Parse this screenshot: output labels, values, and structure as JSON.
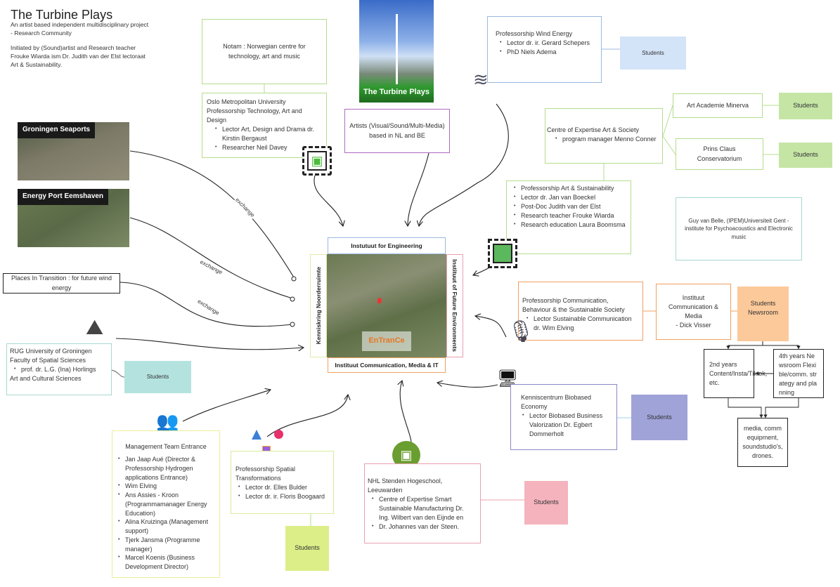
{
  "header": {
    "title": "The Turbine Plays",
    "subtitle_lines": [
      "An artist based independent multidisciplinary project - Research Community",
      "Initiated by (Sound)artist and Research teacher Frouke Wiarda ism Dr. Judith van der Elst lectoraat Art & Sustainability."
    ]
  },
  "poster": {
    "caption": "The Turbine Plays"
  },
  "notam": {
    "text": "Notam : Norwegian centre for technology, art and music"
  },
  "oslo": {
    "title": "Oslo Metropolitan University Professorship Technology, Art and Design",
    "items": [
      "Lector Art, Design and Drama dr. Kirstin Bergaust",
      "Researcher Neil Davey"
    ]
  },
  "artists": {
    "text": "Artists (Visual/Sound/Multi-Media) based in NL and BE"
  },
  "wind": {
    "title": "Professorship Wind Energy",
    "items": [
      "Lector dr. ir. Gerard Schepers",
      "PhD Niels Adema"
    ],
    "students": "Students"
  },
  "coe": {
    "title": "Centre of Expertise Art & Society",
    "items": [
      "program manager Menno Conner"
    ]
  },
  "minerva": {
    "text": "Art Academie Minerva",
    "students": "Students"
  },
  "prins": {
    "text": "Prins Claus Conservatorium",
    "students": "Students"
  },
  "artsus": {
    "items": [
      "Professorship Art & Sustainability",
      "Lector dr. Jan van Boeckel",
      "Post-Doc Judith van der Elst",
      "Research teacher Frouke Wiarda",
      "Research education Laura Boomsma"
    ]
  },
  "guy": {
    "text": "Guy van Belle, (IPEM)Universiteit Gent - institute for Psychoacoustics and Electronic music"
  },
  "center": {
    "top": "Instutuut for Engineering",
    "left": "Kenniskring Noorderruimte",
    "right": "Instituut of Future Environments",
    "bottom": "Instituut Communication, Media & IT",
    "badge": "EnTranCe"
  },
  "seaports": {
    "label": "Groningen Seaports"
  },
  "eemshaven": {
    "label": "Energy Port Eemshaven"
  },
  "places": {
    "text": "Places In Transition : for future wind energy"
  },
  "exchange": [
    "exchange",
    "exchange",
    "exchange"
  ],
  "rug": {
    "lines": [
      "RUG University of Groningen",
      "Faculty of Spatial Sciences"
    ],
    "items": [
      "prof. dr. L.G. (Ina) Horlings"
    ],
    "footer": "Art and Cultural Sciences",
    "students": "Students"
  },
  "comm": {
    "title": "Professorship Communication, Behaviour & the Sustainable Society",
    "items": [
      "Lector Sustainable Communication dr. Wim Elving"
    ]
  },
  "icm": {
    "lines": [
      "Instituut Communication & Media",
      "-  Dick Visser"
    ]
  },
  "newsroom": {
    "text": "Students Newsroom"
  },
  "years2": {
    "text": "2nd years Content/Insta/Tiktok, etc."
  },
  "years4": {
    "text": "4th years Newsroom Flexible/comm. strategy and planning"
  },
  "media": {
    "text": "media, comm equipment, soundstudio's, drones."
  },
  "biobased": {
    "title": "Kenniscentrum Biobased Economy",
    "items": [
      "Lector Biobased Business Valorization Dr. Egbert Dommerholt"
    ],
    "students": "Students"
  },
  "mgmt": {
    "title": "Management Team Entrance",
    "items": [
      "Jan Jaap Aué (Director & Professorship Hydrogen applications Entrance)",
      "Wim Elving",
      "Ans Assies - Kroon (Programmamanager Energy Education)",
      "Alina Kruizinga (Management support)",
      "Tjerk Jansma (Programme manager)",
      "Marcel Koenis (Business Development Director)"
    ]
  },
  "spatial": {
    "title": "Professorship Spatial Transformations",
    "items": [
      "Lector dr. Elles Bulder",
      "Lector dr. ir. Floris Boogaard"
    ],
    "students": "Students"
  },
  "nhl": {
    "title": "NHL Stenden Hogeschool, Leeuwarden",
    "items": [
      "Centre of Expertise Smart Sustainable Manufacturing Dr. Ing. Wilbert van den Eijnde en",
      "Dr. Johannes van der Steen."
    ],
    "students": "Students"
  },
  "colors": {
    "green": "#b5dc8e",
    "blue": "#9ab8e0",
    "orange": "#f0a060",
    "purple": "#b06ac0",
    "pink": "#e8a0b0",
    "teal": "#a8d8d0",
    "indigo": "#8888c8",
    "yellow": "#eeee9a",
    "entrance": "#e87722"
  }
}
